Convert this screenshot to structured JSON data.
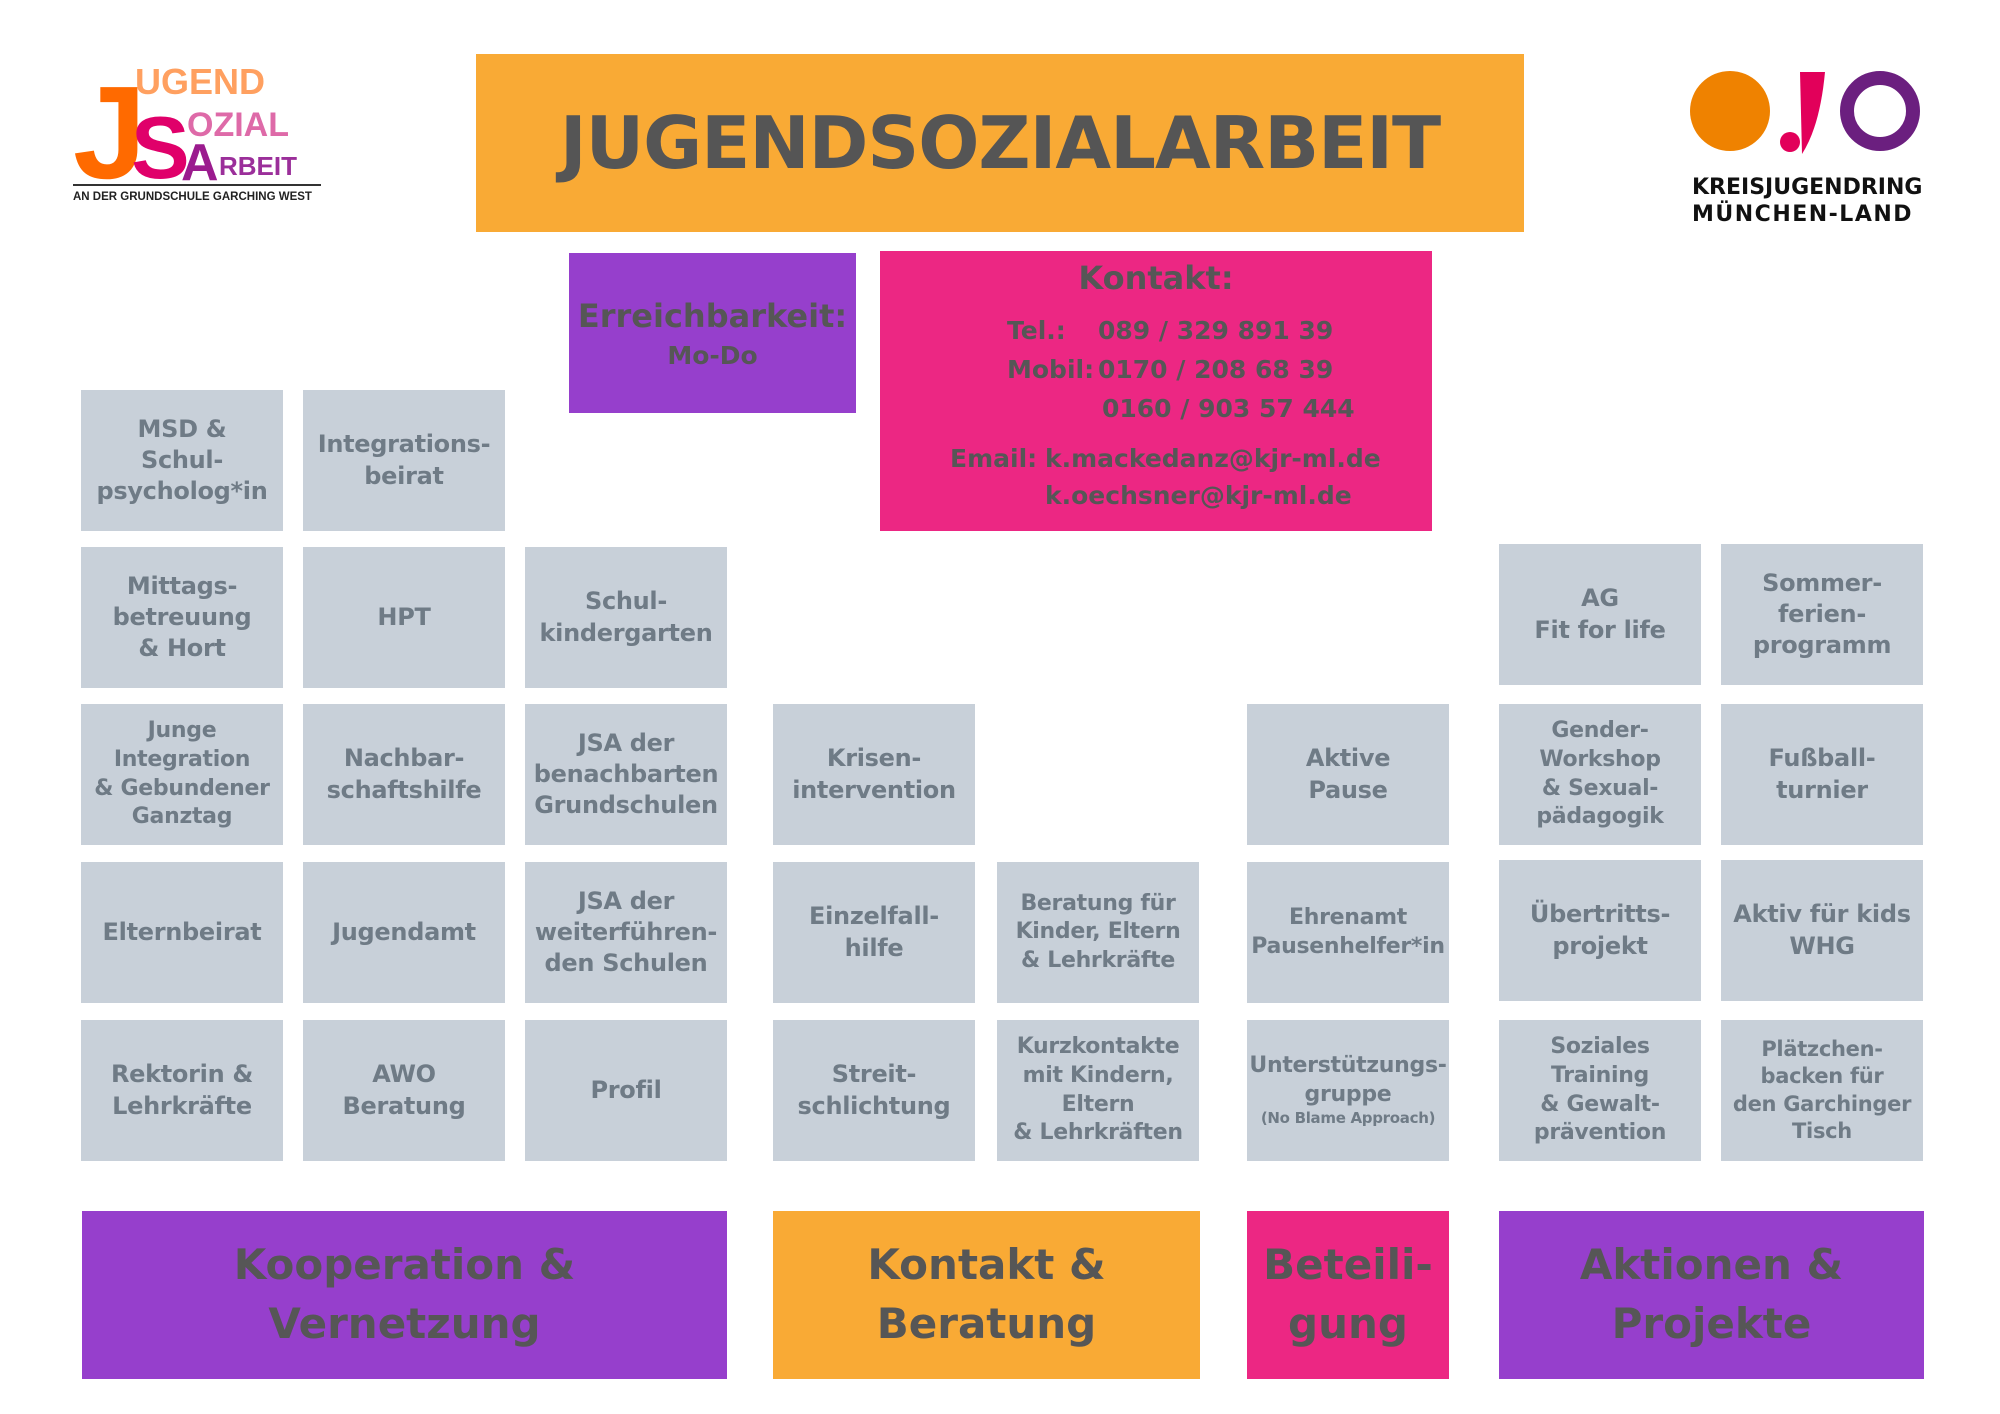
{
  "logos": {
    "jsa": {
      "big_j": "J",
      "line1": "UGEND",
      "big_s": "S",
      "line2": "OZIAL",
      "big_a": "A",
      "line3": "RBEIT",
      "tagline": "AN DER GRUNDSCHULE GARCHING WEST"
    },
    "kjr": {
      "line1": "KREISJUGENDRING",
      "line2": "MÜNCHEN-LAND"
    }
  },
  "header": {
    "title": "JUGENDSOZIALARBEIT"
  },
  "reachability": {
    "heading": "Erreichbarkeit:",
    "value": "Mo-Do"
  },
  "contact": {
    "heading": "Kontakt:",
    "tel_label": "Tel.:",
    "tel": "089 / 329 891 39",
    "mobil_label": "Mobil:",
    "mobil_1": "0170 / 208 68 39",
    "mobil_2": "0160 / 903 57 444",
    "email_label": "Email:",
    "email_1": "k.mackedanz@kjr-ml.de",
    "email_2": "k.oechsner@kjr-ml.de"
  },
  "colors": {
    "purple": "#963fcc",
    "orange": "#f9aa35",
    "pink": "#ec2783",
    "tile": "#c8d0d9",
    "tile_text": "#6f7b86",
    "heading_text": "#565656"
  },
  "categories": [
    {
      "label": "Kooperation &\nVernetzung",
      "color": "purple"
    },
    {
      "label": "Kontakt &\nBeratung",
      "color": "orange"
    },
    {
      "label": "Beteili-\ngung",
      "color": "pink"
    },
    {
      "label": "Aktionen &\nProjekte",
      "color": "purple"
    }
  ],
  "kooperation": [
    "MSD &\nSchul-\npsycholog*in",
    "Integrations-\nbeirat",
    "Mittags-\nbetreuung\n& Hort",
    "HPT",
    "Schul-\nkindergarten",
    "Junge\nIntegration\n& Gebundener\nGanztag",
    "Nachbar-\nschaftshilfe",
    "JSA der\nbenachbarten\nGrundschulen",
    "Elternbeirat",
    "Jugendamt",
    "JSA der\nweiterführen-\nden Schulen",
    "Rektorin &\nLehrkräfte",
    "AWO\nBeratung",
    "Profil"
  ],
  "beratung": [
    "Krisen-\nintervention",
    "Einzelfall-\nhilfe",
    "Beratung für\nKinder, Eltern\n& Lehrkräfte",
    "Streit-\nschlichtung",
    "Kurzkontakte\nmit Kindern,\nEltern\n& Lehrkräften"
  ],
  "beteiligung": [
    "Aktive\nPause",
    "Ehrenamt\nPausenhelfer*in",
    "Unterstützungs-\ngruppe",
    "(No Blame Approach)"
  ],
  "aktionen": [
    "AG\nFit for life",
    "Sommer-\nferien-\nprogramm",
    "Gender-\nWorkshop\n& Sexual-\npädagogik",
    "Fußball-\nturnier",
    "Übertritts-\nprojekt",
    "Aktiv für kids\nWHG",
    "Soziales\nTraining\n& Gewalt-\nprävention",
    "Plätzchen-\nbacken für\nden Garchinger\nTisch"
  ]
}
